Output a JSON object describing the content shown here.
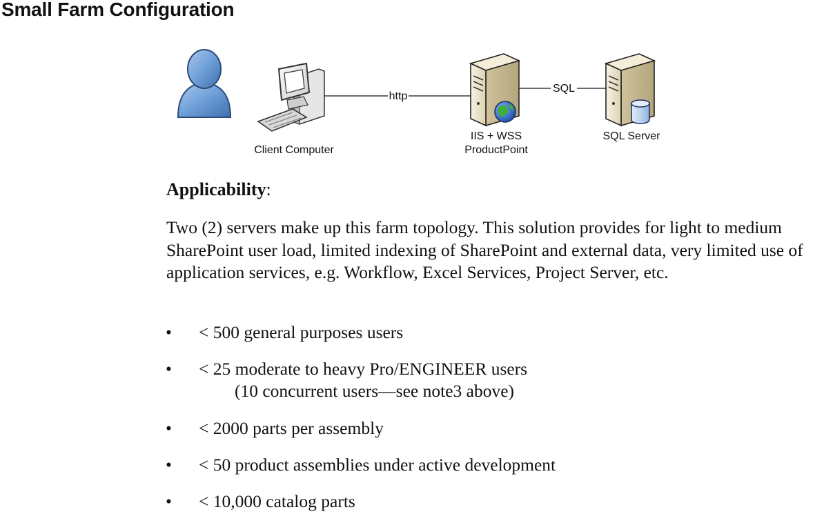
{
  "title": "Small Farm Configuration",
  "diagram": {
    "client_label": "Client Computer",
    "http_label": "http",
    "web_server_label_line1": "IIS + WSS",
    "web_server_label_line2": "ProductPoint",
    "sql_link_label": "SQL",
    "sql_server_label": "SQL Server"
  },
  "section": {
    "heading": "Applicability",
    "heading_suffix": ":",
    "paragraph": "Two (2) servers make up this farm topology.  This solution provides for light to medium SharePoint user load, limited indexing of SharePoint and external data, very limited use of application services, e.g. Workflow, Excel Services, Project Server, etc."
  },
  "bullets": [
    {
      "marker": "•",
      "text": "< 500 general purposes users"
    },
    {
      "marker": "•",
      "text": "< 25 moderate to heavy Pro/ENGINEER users",
      "subtext": "(10 concurrent users—see note3 above)"
    },
    {
      "marker": "•",
      "text": "< 2000 parts per assembly"
    },
    {
      "marker": "•",
      "text": "< 50 product assemblies under active development"
    },
    {
      "marker": "•",
      "text": "< 10,000 catalog parts"
    }
  ],
  "colors": {
    "user_icon_blue": "#6f9fd8",
    "server_beige": "#ece3c8",
    "globe_blue": "#2f5fb8",
    "globe_green": "#3fae3a",
    "db_blue": "#bcd3ee"
  }
}
